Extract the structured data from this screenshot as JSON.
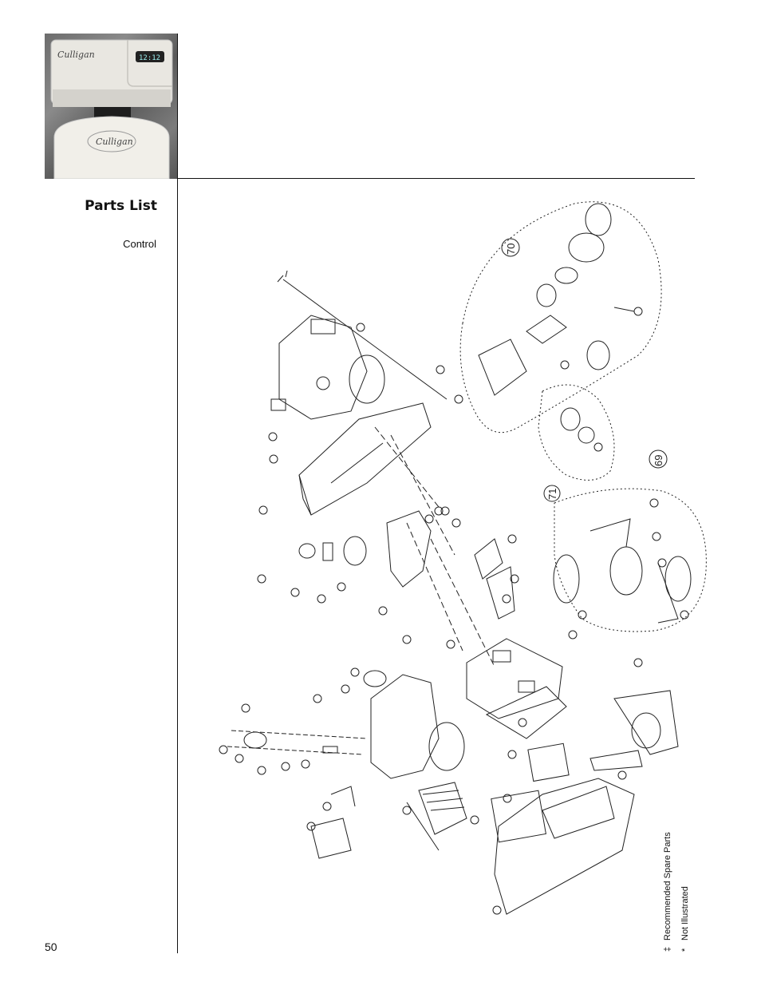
{
  "page": {
    "title": "Parts List",
    "subtitle": "Control",
    "page_number": "50"
  },
  "photo": {
    "brand_top": "Culligan",
    "display": "12:12",
    "brand_tank": "Culligan"
  },
  "diagram": {
    "group_labels": [
      "70",
      "71",
      "69"
    ]
  },
  "legend": {
    "items": [
      {
        "symbol": "‡",
        "text": "Recommended Spare Parts"
      },
      {
        "symbol": "*",
        "text": "Not Illustrated"
      }
    ]
  }
}
